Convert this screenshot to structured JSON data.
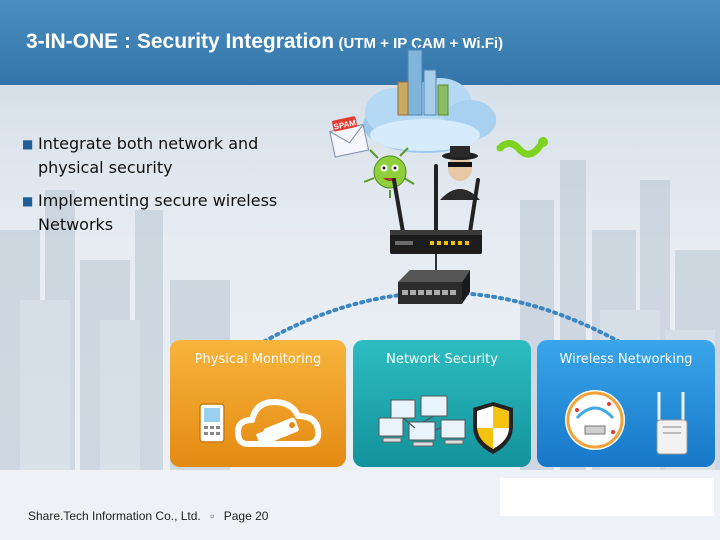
{
  "slide": {
    "title_main": "3-IN-ONE : Security Integration",
    "title_sub": "(UTM + IP CAM + Wi.Fi)",
    "bullets": [
      "Integrate both network and physical security",
      "Implementing secure wireless Networks"
    ],
    "boxes": {
      "physical": "Physical Monitoring",
      "network": "Network Security",
      "wireless": "Wireless Networking"
    },
    "spam_label": "SPAM",
    "footer": {
      "company": "Share.Tech Information Co., Ltd.",
      "separator": "▫",
      "page": "Page 20"
    }
  },
  "colors": {
    "header": "#3c7fb3",
    "physical_box": "#f0a02a",
    "network_box": "#20a9b0",
    "wireless_box": "#2a8fdc"
  },
  "icons": [
    "city-skyline-icon",
    "cloud-icon",
    "spam-envelope-icon",
    "virus-icon",
    "hacker-icon",
    "worm-icon",
    "router-icon",
    "switch-icon",
    "phone-icon",
    "camera-icon",
    "computers-icon",
    "shield-icon",
    "access-point-icon"
  ]
}
